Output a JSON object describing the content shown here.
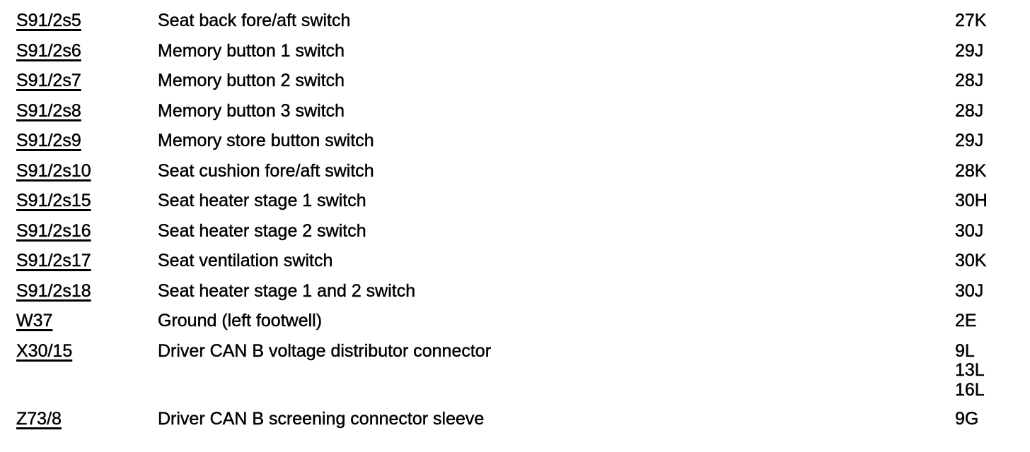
{
  "colors": {
    "background": "#ffffff",
    "text": "#000000",
    "link": "#000000"
  },
  "legend": {
    "rows": [
      {
        "code": "S91/2s5",
        "description": "Seat back fore/aft switch",
        "locations": [
          "27K"
        ]
      },
      {
        "code": "S91/2s6",
        "description": "Memory button 1 switch",
        "locations": [
          "29J"
        ]
      },
      {
        "code": "S91/2s7",
        "description": "Memory button 2 switch",
        "locations": [
          "28J"
        ]
      },
      {
        "code": "S91/2s8",
        "description": "Memory button 3 switch",
        "locations": [
          "28J"
        ]
      },
      {
        "code": "S91/2s9",
        "description": "Memory store button switch",
        "locations": [
          "29J"
        ]
      },
      {
        "code": "S91/2s10",
        "description": "Seat cushion fore/aft switch",
        "locations": [
          "28K"
        ]
      },
      {
        "code": "S91/2s15",
        "description": "Seat heater stage 1 switch",
        "locations": [
          "30H"
        ]
      },
      {
        "code": "S91/2s16",
        "description": "Seat heater stage 2 switch",
        "locations": [
          "30J"
        ]
      },
      {
        "code": "S91/2s17",
        "description": "Seat ventilation switch",
        "locations": [
          "30K"
        ]
      },
      {
        "code": "S91/2s18",
        "description": "Seat heater stage 1 and 2 switch",
        "locations": [
          "30J"
        ]
      },
      {
        "code": "W37",
        "description": "Ground (left footwell)",
        "locations": [
          "2E"
        ]
      },
      {
        "code": "X30/15",
        "description": "Driver CAN B voltage distributor connector",
        "locations": [
          "9L",
          "13L",
          "16L"
        ]
      },
      {
        "code": "Z73/8",
        "description": "Driver CAN B screening connector sleeve",
        "locations": [
          "9G"
        ]
      }
    ]
  }
}
